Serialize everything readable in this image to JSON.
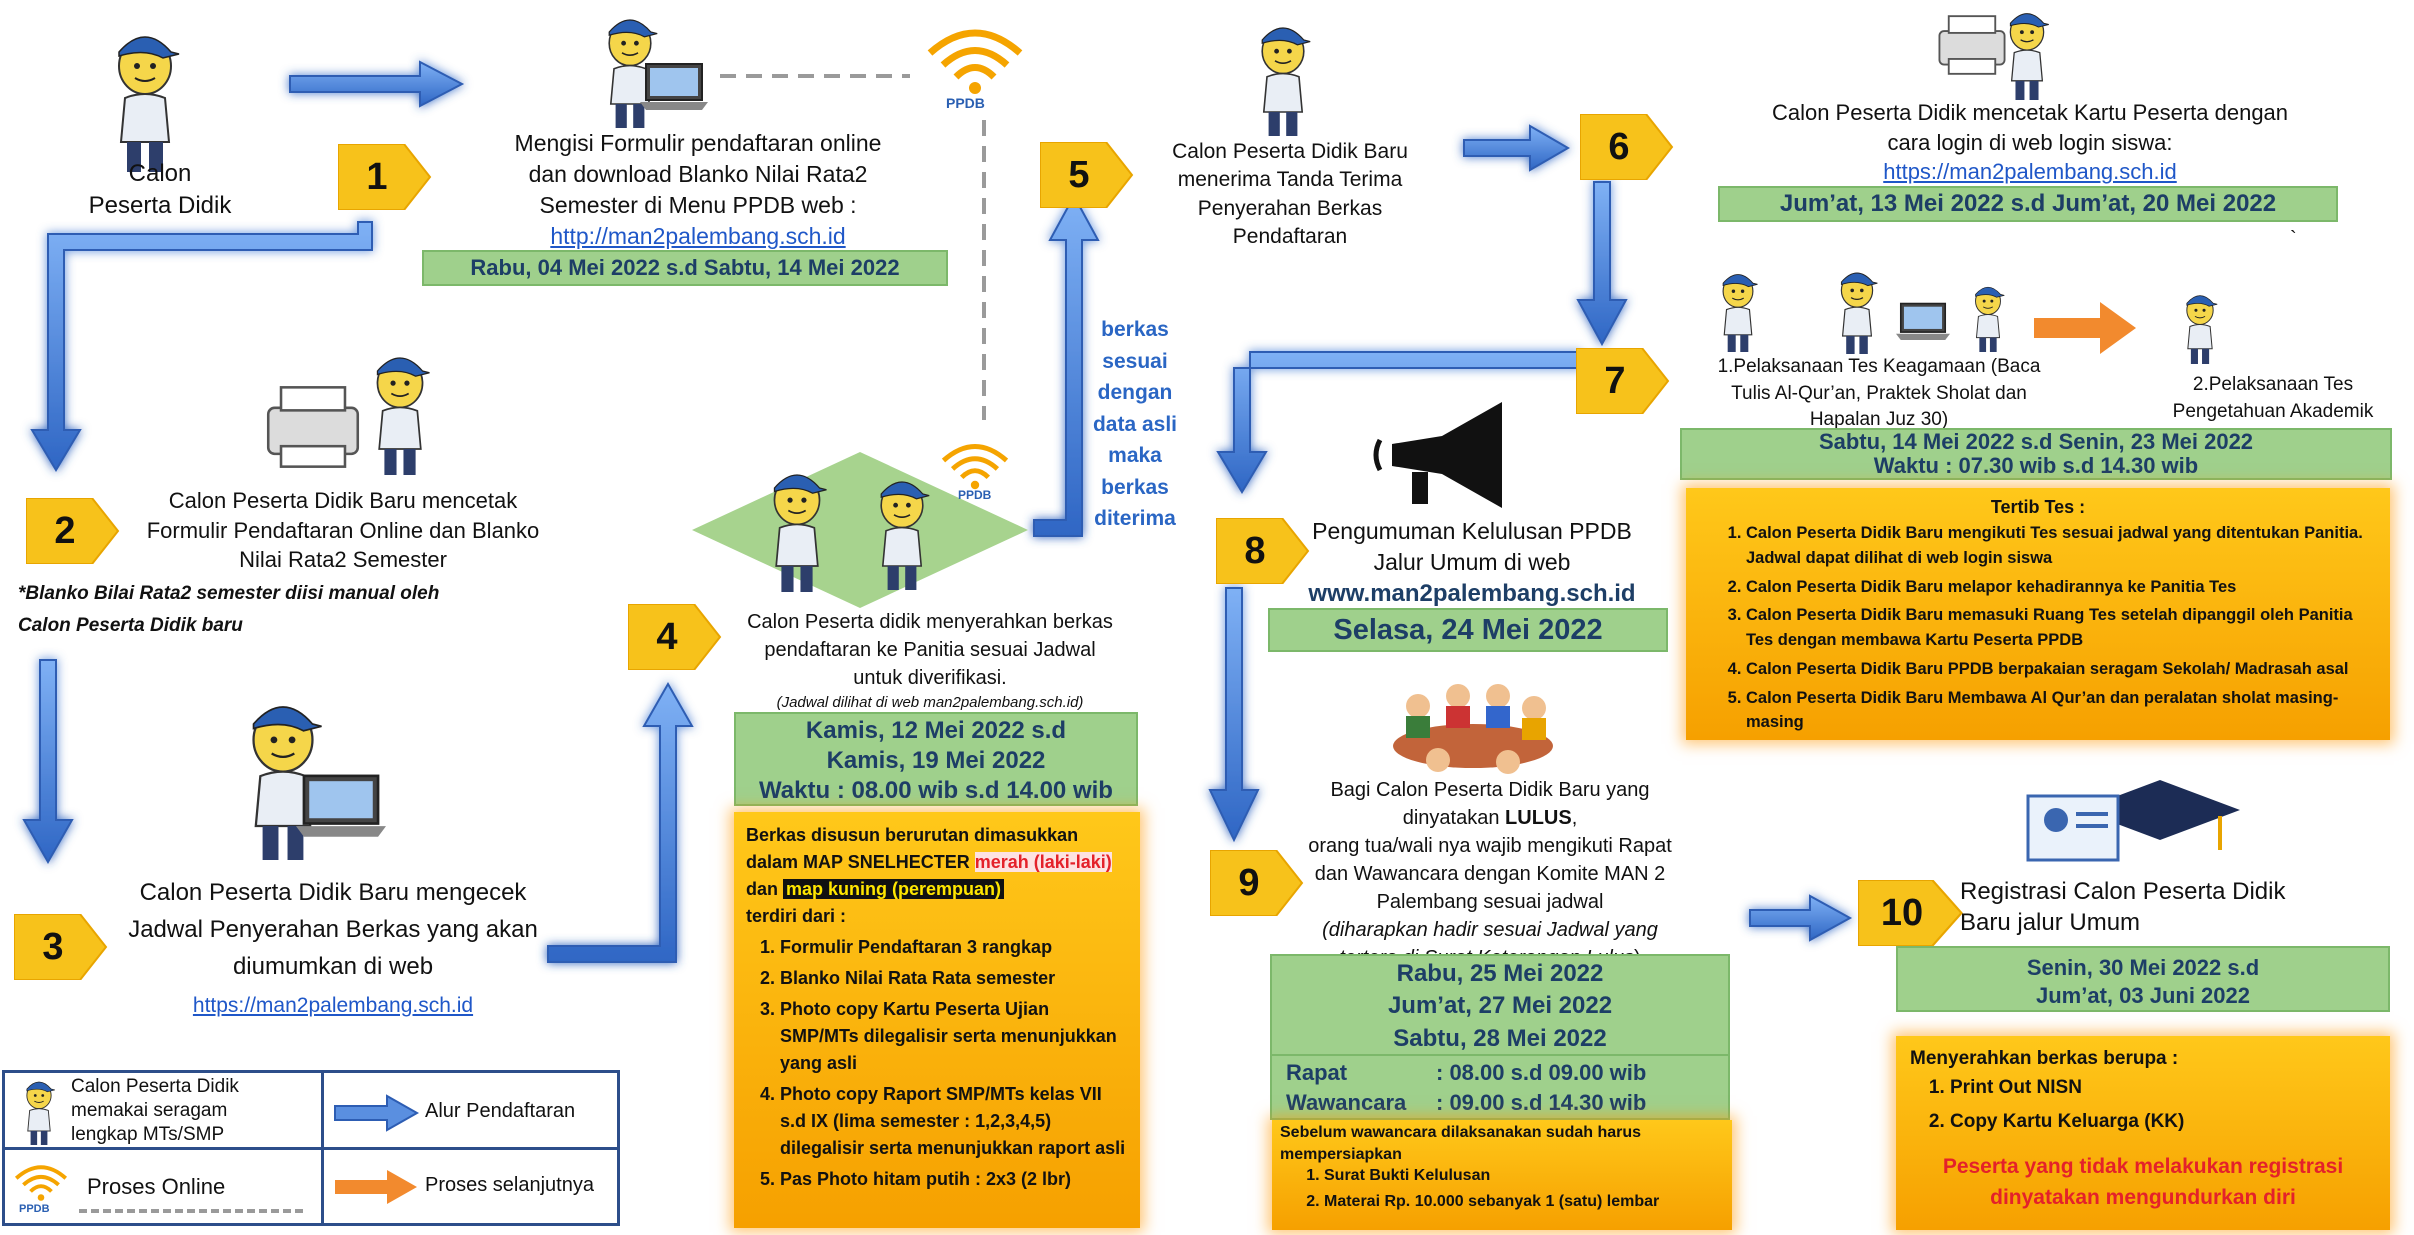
{
  "steps": {
    "start": {
      "label_line1": "Calon",
      "label_line2": "Peserta Didik"
    },
    "s1": {
      "number": "1",
      "text_lines": [
        "Mengisi Formulir pendaftaran online",
        "dan download Blanko Nilai Rata2",
        "Semester di Menu PPDB web :"
      ],
      "link": "http://man2palembang.sch.id",
      "date": "Rabu, 04 Mei 2022 s.d Sabtu, 14 Mei 2022"
    },
    "s2": {
      "number": "2",
      "text_lines": [
        "Calon Peserta Didik Baru mencetak",
        "Formulir Pendaftaran Online dan Blanko",
        "Nilai Rata2 Semester"
      ],
      "note_line1": "*Blanko Bilai Rata2 semester diisi manual oleh",
      "note_line2": "Calon Peserta Didik baru"
    },
    "s3": {
      "number": "3",
      "text_lines": [
        "Calon Peserta Didik Baru mengecek",
        "Jadwal Penyerahan Berkas yang akan",
        "diumumkan di web"
      ],
      "link": "https://man2palembang.sch.id"
    },
    "s4": {
      "number": "4",
      "text_lines": [
        "Calon Peserta didik menyerahkan berkas",
        "pendaftaran ke Panitia sesuai Jadwal",
        "untuk diverifikasi."
      ],
      "note": "(Jadwal dilihat di web man2palembang.sch.id)",
      "date_lines": [
        "Kamis, 12 Mei 2022  s.d",
        "Kamis, 19 Mei 2022",
        "Waktu : 08.00 wib s.d 14.00 wib"
      ],
      "box_intro_1": "Berkas disusun berurutan dimasukkan",
      "box_intro_2": "dalam MAP SNELHECTER",
      "box_red": "merah (laki-laki)",
      "box_and": "dan",
      "box_yellow": "map kuning  (perempuan)",
      "box_intro_3": "terdiri dari :",
      "items": [
        "Formulir Pendaftaran 3 rangkap",
        "Blanko Nilai Rata Rata semester",
        "Photo copy Kartu Peserta Ujian SMP/MTs dilegalisir serta menunjukkan yang asli",
        "Photo copy Raport SMP/MTs kelas VII s.d IX (lima semester : 1,2,3,4,5) dilegalisir serta menunjukkan raport asli",
        "Pas Photo hitam putih : 2x3 (2 lbr)"
      ]
    },
    "verify_label": [
      "berkas",
      "sesuai",
      "dengan",
      "data asli",
      "maka",
      "berkas",
      "diterima"
    ],
    "s5": {
      "number": "5",
      "text_lines": [
        "Calon Peserta Didik Baru",
        "menerima Tanda Terima",
        "Penyerahan Berkas",
        "Pendaftaran"
      ]
    },
    "s6": {
      "number": "6",
      "text_lines": [
        "Calon Peserta Didik mencetak Kartu Peserta dengan",
        "cara login di web login siswa:"
      ],
      "link": "https://man2palembang.sch.id",
      "date": "Jum’at, 13 Mei 2022 s.d Jum’at, 20 Mei 2022",
      "mark": "`"
    },
    "s7": {
      "number": "7",
      "test1_lines": [
        "1.Pelaksanaan Tes Keagamaan (Baca",
        "Tulis Al-Qur’an, Praktek Sholat dan",
        "Hapalan Juz 30)"
      ],
      "test2_lines": [
        "2.Pelaksanaan Tes",
        "Pengetahuan Akademik"
      ],
      "date_lines": [
        "Sabtu, 14 Mei 2022  s.d Senin, 23 Mei 2022",
        "Waktu : 07.30 wib s.d 14.30 wib"
      ],
      "rules_title": "Tertib Tes :",
      "rules": [
        "Calon Peserta Didik Baru mengikuti Tes sesuai jadwal yang ditentukan Panitia. Jadwal dapat dilihat di web login siswa",
        "Calon Peserta Didik Baru melapor kehadirannya ke Panitia Tes",
        "Calon Peserta Didik Baru memasuki Ruang Tes setelah dipanggil oleh Panitia Tes dengan membawa Kartu Peserta PPDB",
        "Calon Peserta Didik Baru PPDB berpakaian seragam Sekolah/ Madrasah asal",
        "Calon Peserta Didik Baru Membawa Al Qur’an dan peralatan sholat masing-masing"
      ]
    },
    "s8": {
      "number": "8",
      "text_lines": [
        "Pengumuman Kelulusan PPDB",
        "Jalur Umum di web"
      ],
      "web": "www.man2palembang.sch.id",
      "date": "Selasa, 24 Mei 2022"
    },
    "s9": {
      "number": "9",
      "line1": "Bagi Calon Peserta Didik Baru yang",
      "line2_pre": "dinyatakan ",
      "line2_bold": "LULUS",
      "line2_post": ",",
      "line3": "orang tua/wali nya wajib mengikuti Rapat",
      "line4": "dan Wawancara dengan Komite MAN 2",
      "line5": "Palembang sesuai jadwal",
      "line6": "(diharapkan hadir sesuai Jadwal yang",
      "line7_italic": "tertera di Surat Keterangan Lulus",
      "line7_end": ")",
      "date_lines": [
        "Rabu, 25 Mei 2022",
        "Jum’at, 27 Mei 2022",
        "Sabtu, 28 Mei 2022"
      ],
      "rapat_label": "Rapat",
      "rapat_time": ":   08.00 s.d 09.00 wib",
      "wawancara_label": "Wawancara",
      "wawancara_time": ":   09.00 s.d 14.30 wib",
      "prep_intro": "Sebelum wawancara dilaksanakan sudah harus mempersiapkan",
      "prep_items": [
        "Surat Bukti Kelulusan",
        "Materai Rp. 10.000 sebanyak 1 (satu) lembar"
      ]
    },
    "s10": {
      "number": "10",
      "text_lines": [
        "Registrasi Calon Peserta Didik",
        "Baru jalur Umum"
      ],
      "date_lines": [
        "Senin, 30 Mei 2022   s.d",
        "Jum’at, 03 Juni 2022"
      ],
      "box_title": "Menyerahkan berkas berupa :",
      "items": [
        "Print Out NISN",
        "Copy Kartu Keluarga (KK)"
      ],
      "warning": [
        "Peserta yang tidak melakukan registrasi",
        "dinyatakan mengundurkan diri"
      ]
    }
  },
  "logo_text": "PPDB",
  "legend": {
    "uniform_lines": [
      "Calon Peserta Didik",
      "memakai seragam",
      "lengkap MTs/SMP"
    ],
    "flow": "Alur Pendaftaran",
    "online": "Proses Online",
    "next": "Proses selanjutnya"
  },
  "colors": {
    "badge": "#f7c21b",
    "green": "#9fd08c",
    "orange": "#f8b400",
    "arrow": "#3b78d8",
    "next_arrow": "#f28a2e",
    "link": "#1f57c8"
  },
  "icons": [
    "person-icon",
    "printer-icon",
    "laptop-icon",
    "wifi-icon",
    "megaphone-icon",
    "meeting-icon",
    "graduation-cap-icon",
    "arrow-icon"
  ]
}
